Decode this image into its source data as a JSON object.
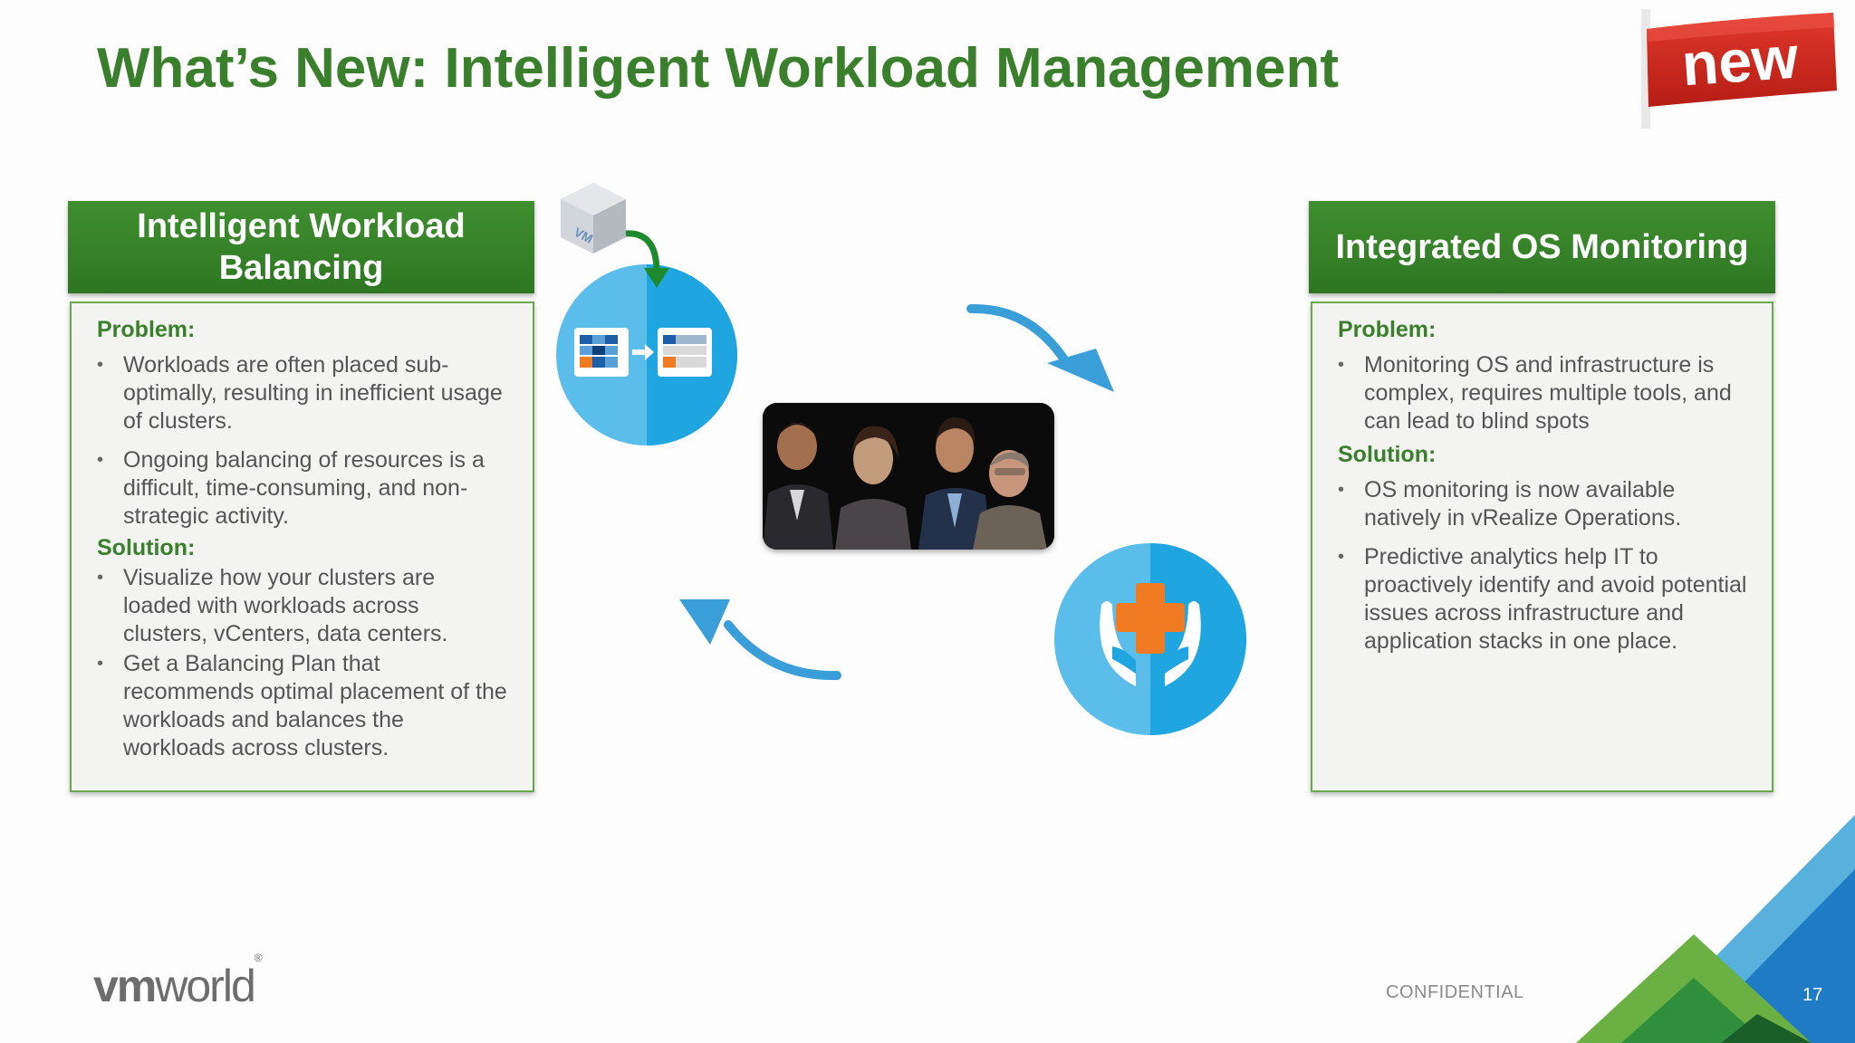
{
  "slide": {
    "title": "What’s New: Intelligent Workload Management",
    "badge_text": "new",
    "page_number": "17",
    "confidential_label": "CONFIDENTIAL",
    "logo": {
      "part1": "vm",
      "part2": "world",
      "mark": "®"
    }
  },
  "left_panel": {
    "header": "Intelligent Workload Balancing",
    "problem_label": "Problem:",
    "problem_items": [
      "Workloads are often placed sub-optimally, resulting in inefficient usage of clusters.",
      "Ongoing balancing of resources is a difficult, time-consuming, and non-strategic activity."
    ],
    "solution_label": "Solution:",
    "solution_items": [
      "Visualize how your clusters are loaded with workloads across clusters, vCenters, data centers.",
      "Get a Balancing Plan that recommends optimal placement of the workloads and balances the workloads across clusters."
    ]
  },
  "right_panel": {
    "header": "Integrated OS Monitoring",
    "problem_label": "Problem:",
    "problem_items": [
      "Monitoring OS and infrastructure  is complex, requires multiple tools, and can lead to blind spots"
    ],
    "solution_label": "Solution:",
    "solution_items": [
      "OS monitoring is now available natively in vRealize Operations.",
      "Predictive analytics help IT to proactively identify and avoid potential issues across infrastructure and application stacks in one place."
    ]
  },
  "graphics": {
    "vm_cube_label": "VM",
    "accent_blue": "#1fa6e0",
    "light_blue": "#5bbdea",
    "brand_green": "#3a7f2b",
    "orange": "#f07b22"
  }
}
